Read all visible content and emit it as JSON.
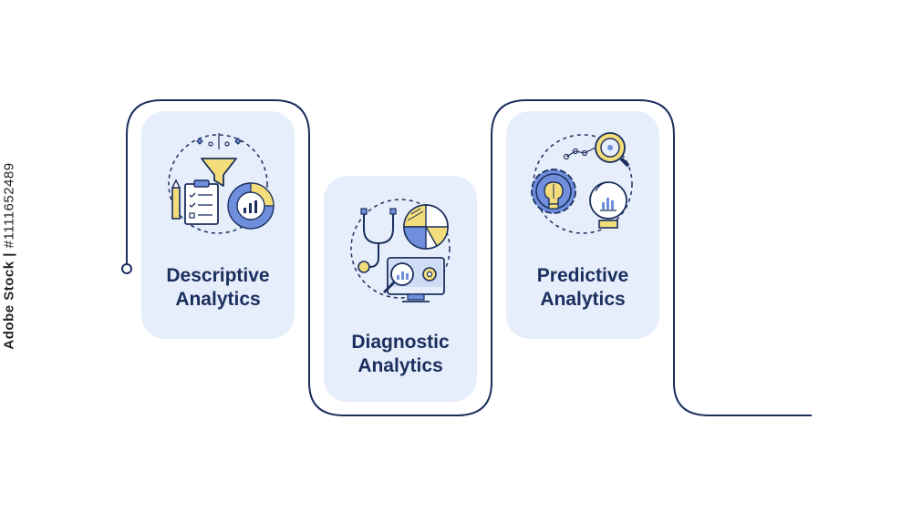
{
  "colors": {
    "card_bg": "#e6eefb",
    "outline": "#1b2f5e",
    "accent_yellow": "#f2dd7a",
    "accent_blue": "#6f8fdc",
    "text": "#1b2f5e"
  },
  "steps": [
    {
      "line1": "Descriptive",
      "line2": "Analytics",
      "icon": "descriptive-analytics-icon"
    },
    {
      "line1": "Diagnostic",
      "line2": "Analytics",
      "icon": "diagnostic-analytics-icon"
    },
    {
      "line1": "Predictive",
      "line2": "Analytics",
      "icon": "predictive-analytics-icon"
    }
  ],
  "watermark": {
    "brand": "Adobe Stock",
    "separator": "|",
    "id": "#1111652489"
  }
}
